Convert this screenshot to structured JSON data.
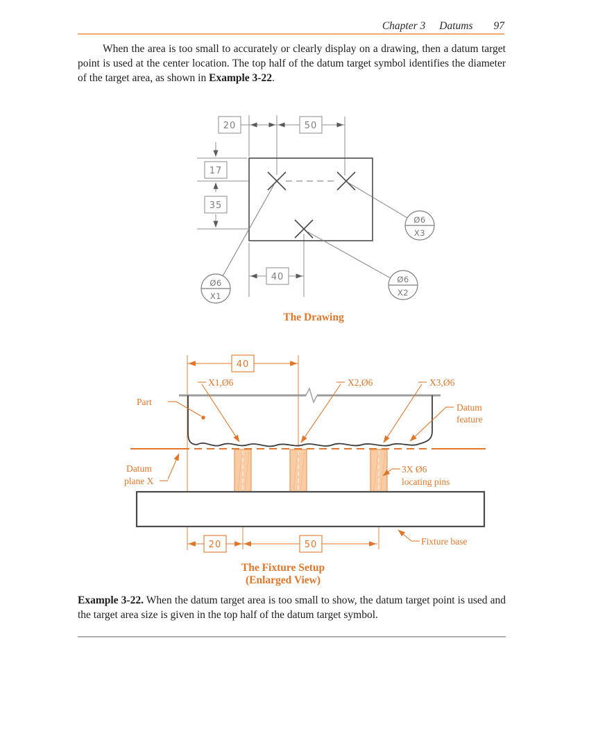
{
  "header": {
    "chapter": "Chapter 3",
    "section": "Datums",
    "page_number": "97"
  },
  "intro": {
    "text": "When the area is too small to accurately or clearly display on a drawing, then a datum target point is used at the center location. The top half of the datum target symbol identifies the diameter of the target area, as shown in ",
    "bold": "Example 3-22",
    "suffix": "."
  },
  "drawing": {
    "caption": "The Drawing",
    "dim_20": "20",
    "dim_50": "50",
    "dim_17": "17",
    "dim_35": "35",
    "dim_40": "40",
    "targets": [
      {
        "size": "Ø6",
        "label": "X1"
      },
      {
        "size": "Ø6",
        "label": "X2"
      },
      {
        "size": "Ø6",
        "label": "X3"
      }
    ]
  },
  "fixture": {
    "caption_line1": "The Fixture Setup",
    "caption_line2": "(Enlarged View)",
    "dim_40": "40",
    "dim_20": "20",
    "dim_50": "50",
    "target_x1": "X1,Ø6",
    "target_x2": "X2,Ø6",
    "target_x3": "X3,Ø6",
    "part": "Part",
    "datum_feature": [
      "Datum",
      "feature"
    ],
    "datum_plane": [
      "Datum",
      "plane X"
    ],
    "locating_pins": [
      "3X Ø6",
      "locating pins"
    ],
    "fixture_base": "Fixture base"
  },
  "example": {
    "label": "Example 3-22.",
    "text": " When the datum target area is too small to show, the datum target point is used and the target area size is given in the top half of the datum target symbol."
  },
  "colors": {
    "accent": "#e0762a",
    "header_rule": "#f2a76d",
    "drawing_line": "#8a8a8a",
    "drawing_dark": "#4a4a4a",
    "pin_fill": "#f8cda6"
  }
}
